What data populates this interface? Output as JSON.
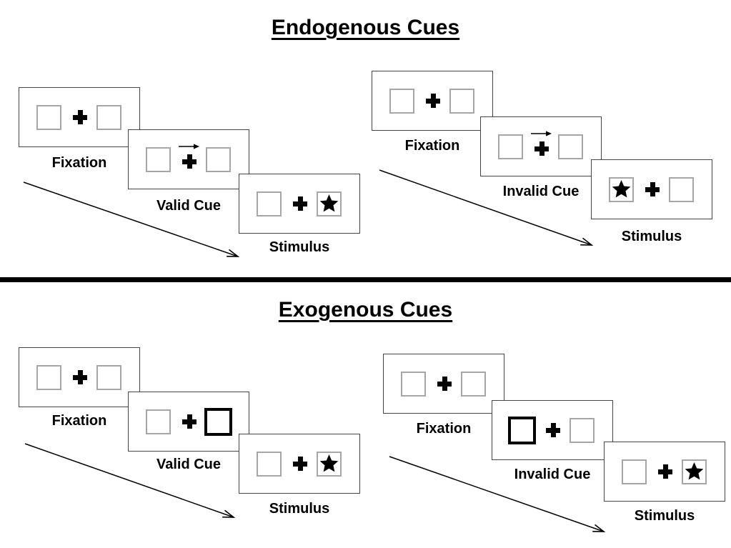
{
  "colors": {
    "background": "#ffffff",
    "screen_border": "#444444",
    "placeholder_border": "#a6a6a6",
    "highlight_border": "#000000",
    "ink": "#000000"
  },
  "icons": {
    "fixation_cross": "✚",
    "cue_arrow": "→",
    "stimulus_star": "★"
  },
  "sections": [
    {
      "title": "Endogenous Cues",
      "panels": [
        {
          "name": "valid-trial",
          "cue_type": "central-arrow-right",
          "stimulus_star_side": "right",
          "screens": [
            {
              "label": "Fixation"
            },
            {
              "label": "Valid Cue"
            },
            {
              "label": "Stimulus"
            }
          ]
        },
        {
          "name": "invalid-trial",
          "cue_type": "central-arrow-right",
          "stimulus_star_side": "left",
          "screens": [
            {
              "label": "Fixation"
            },
            {
              "label": "Invalid Cue"
            },
            {
              "label": "Stimulus"
            }
          ]
        }
      ]
    },
    {
      "title": "Exogenous Cues",
      "panels": [
        {
          "name": "valid-trial",
          "cue_type": "highlighted-box-right",
          "stimulus_star_side": "right",
          "screens": [
            {
              "label": "Fixation"
            },
            {
              "label": "Valid Cue"
            },
            {
              "label": "Stimulus"
            }
          ]
        },
        {
          "name": "invalid-trial",
          "cue_type": "highlighted-box-left",
          "stimulus_star_side": "right",
          "screens": [
            {
              "label": "Fixation"
            },
            {
              "label": "Invalid Cue"
            },
            {
              "label": "Stimulus"
            }
          ]
        }
      ]
    }
  ]
}
